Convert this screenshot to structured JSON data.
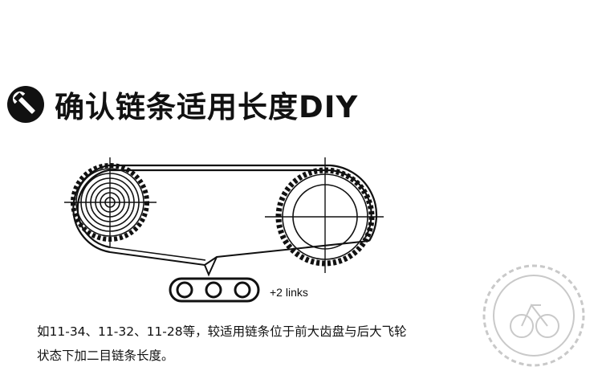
{
  "header": {
    "title": "确认链条适用长度DIY",
    "icon": "wrench-icon",
    "icon_color": "#111111"
  },
  "diagram": {
    "chain_label": "+2 links"
  },
  "caption": {
    "line1": "如11-34、11-32、11-28等，较适用链条位于前大齿盘与后大飞轮",
    "line2": "状态下加二目链条长度。"
  },
  "watermark": {
    "icon": "bicycle-stamp-icon",
    "color": "#c9c9c9"
  }
}
